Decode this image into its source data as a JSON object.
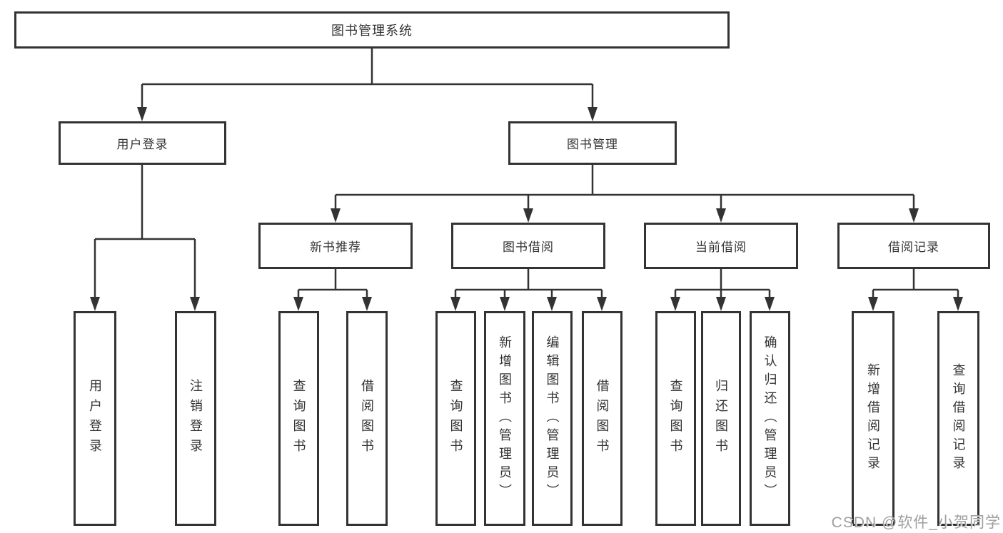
{
  "diagram": {
    "root": {
      "label": "图书管理系统"
    },
    "level2": [
      {
        "label": "用户登录"
      },
      {
        "label": "图书管理"
      }
    ],
    "level3": [
      {
        "label": "新书推荐"
      },
      {
        "label": "图书借阅"
      },
      {
        "label": "当前借阅"
      },
      {
        "label": "借阅记录"
      }
    ],
    "leaves": {
      "user_login": [
        {
          "label": "用户登录"
        },
        {
          "label": "注销登录"
        }
      ],
      "new_book_rec": [
        {
          "label": "查询图书"
        },
        {
          "label": "借阅图书"
        }
      ],
      "book_borrow": [
        {
          "label": "查询图书"
        },
        {
          "label": "新增图书（管理员）"
        },
        {
          "label": "编辑图书（管理员）"
        },
        {
          "label": "借阅图书"
        }
      ],
      "current_borrow": [
        {
          "label": "查询图书"
        },
        {
          "label": "归还图书"
        },
        {
          "label": "确认归还（管理员）"
        }
      ],
      "borrow_record": [
        {
          "label": "新增借阅记录"
        },
        {
          "label": "查询借阅记录"
        }
      ]
    },
    "watermark": "CSDN @软件_小贺同学",
    "colors": {
      "line": "#333333",
      "border": "#333333",
      "text": "#333333",
      "background": "#ffffff",
      "watermark": "#9e9e9e"
    }
  }
}
